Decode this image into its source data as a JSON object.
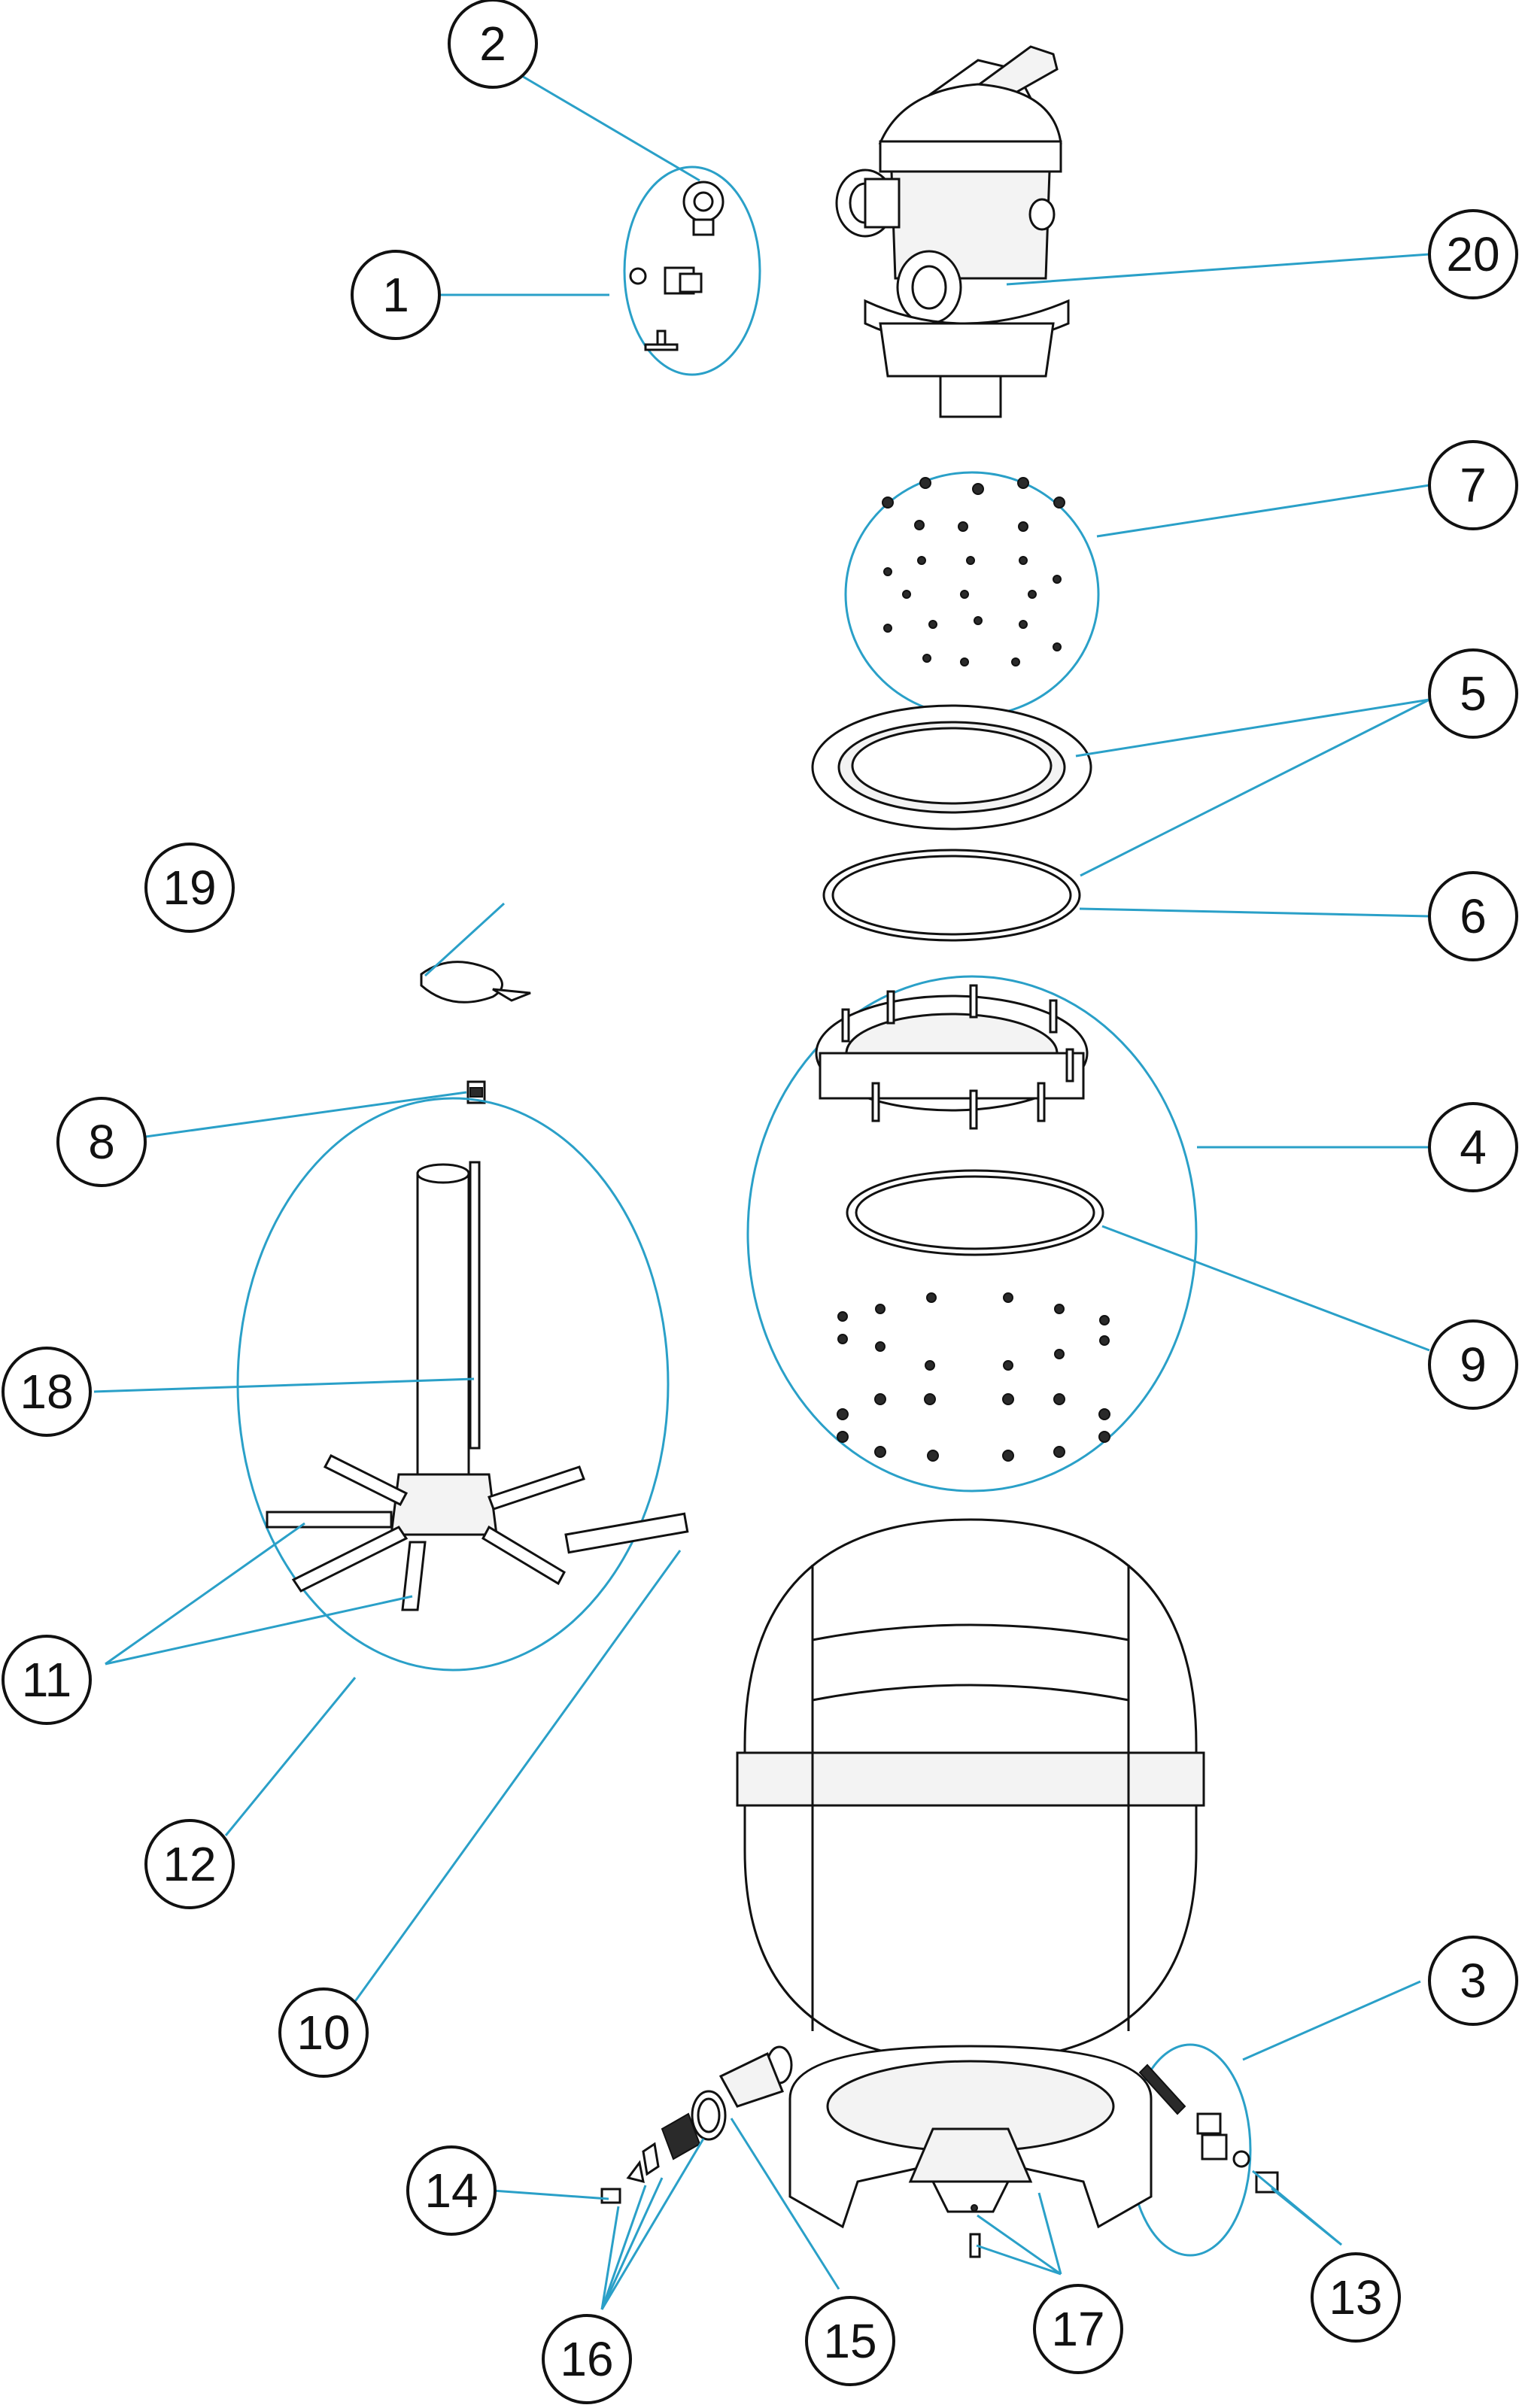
{
  "diagram": {
    "type": "exploded-parts-view",
    "colors": {
      "leader_lines": "#2aa0c8",
      "outline": "#111111",
      "background": "#ffffff"
    },
    "callouts": [
      "1",
      "2",
      "3",
      "4",
      "5",
      "6",
      "7",
      "8",
      "9",
      "10",
      "11",
      "12",
      "13",
      "14",
      "15",
      "16",
      "17",
      "18",
      "19",
      "20"
    ]
  }
}
